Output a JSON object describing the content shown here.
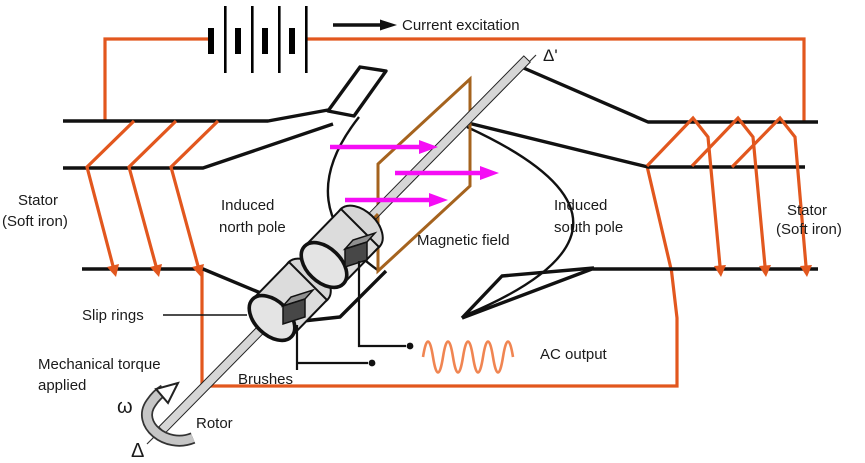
{
  "diagram": {
    "type": "ac-generator-schematic",
    "battery": {
      "cells": 4
    },
    "labels": {
      "current_excitation": "Current excitation",
      "stator_left_line1": "Stator",
      "stator_left_line2": "(Soft iron)",
      "stator_right_line1": "Stator",
      "stator_right_line2": "(Soft iron)",
      "induced_north_line1": "Induced",
      "induced_north_line2": "north pole",
      "induced_south_line1": "Induced",
      "induced_south_line2": "south pole",
      "magnetic_field": "Magnetic field",
      "slip_rings": "Slip rings",
      "brushes": "Brushes",
      "mechanical_torque_line1": "Mechanical torque",
      "mechanical_torque_line2": "applied",
      "rotor": "Rotor",
      "ac_output": "AC output",
      "omega": "ω",
      "delta": "Δ",
      "delta_prime": "Δ'"
    },
    "colors": {
      "wire_orange": "#E2571E",
      "sine_orange": "#F08552",
      "loop_brown": "#A5631E",
      "field_magenta": "#F50DF5",
      "line_black": "#111111",
      "shaft_gray": "#D6D6D6",
      "ring_gray": "#E0E0E0",
      "brush_dark": "#474747",
      "brush_light": "#909090",
      "torque_gray": "#C6C6C6"
    }
  }
}
